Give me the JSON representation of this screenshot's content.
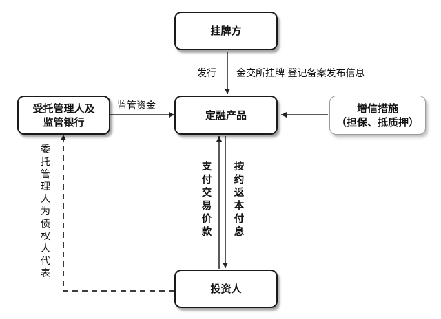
{
  "nodes": {
    "issuer": "挂牌方",
    "product": "定融产品",
    "trustee": "受托管理人及\n监管银行",
    "credit": "增信措施\n（担保、抵质押）",
    "investor": "投资人"
  },
  "labels": {
    "issue": "发行",
    "listing": "金交所挂牌 登记备案发布信息",
    "supervise": "监管资金",
    "trustee_rep": "委托管理人为债权人代表",
    "pay": "支付交易价款",
    "repay": "按约返本付息"
  }
}
